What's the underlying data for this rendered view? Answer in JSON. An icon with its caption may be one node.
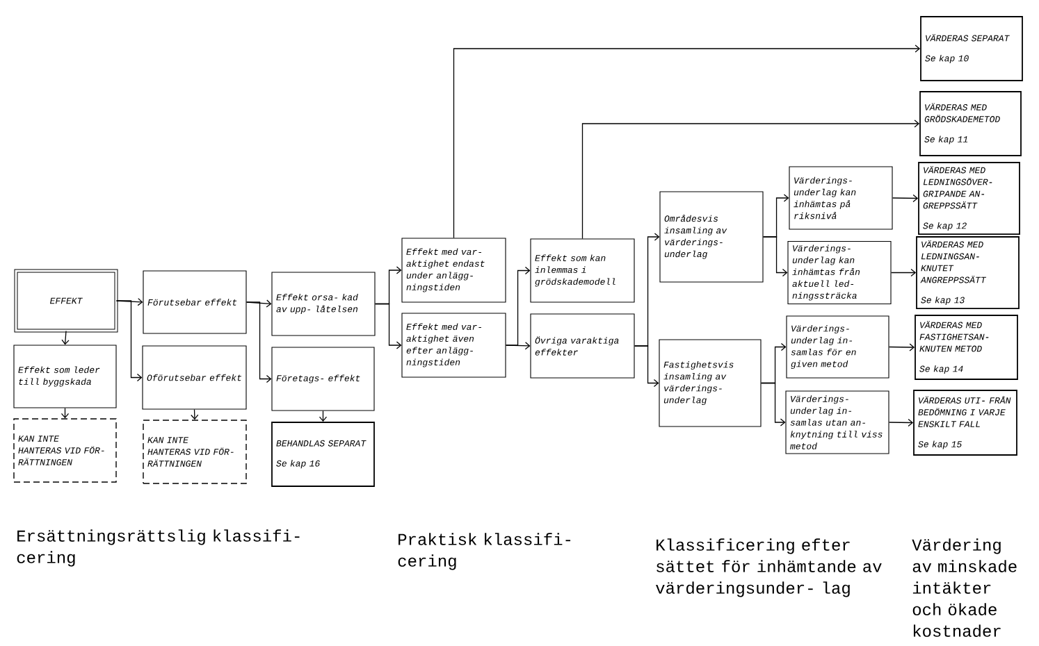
{
  "diagram": {
    "nodes": [
      {
        "text": [
          "EFFEKT"
        ]
      },
      {
        "text": [
          "Effekt som leder till byggskada"
        ]
      },
      {
        "text": [
          "KAN INTE HANTERAS VID FÖR- RÄTTNINGEN"
        ]
      },
      {
        "text": [
          "Förutsebar effekt"
        ]
      },
      {
        "text": [
          "Oförutsebar effekt"
        ]
      },
      {
        "text": [
          "KAN INTE HANTERAS VID FÖR- RÄTTNINGEN"
        ]
      },
      {
        "text": [
          "Effekt orsa- kad av upp- låtelsen"
        ]
      },
      {
        "text": [
          "Företags- effekt"
        ]
      },
      {
        "text": [
          "BEHANDLAS SEPARAT",
          "Se kap 16"
        ]
      },
      {
        "text": [
          "Effekt med var- aktighet endast under anlägg- ningstiden"
        ]
      },
      {
        "text": [
          "Effekt med var- aktighet även efter anlägg- ningstiden"
        ]
      },
      {
        "text": [
          "Effekt som kan inlemmas i grödskademodell"
        ]
      },
      {
        "text": [
          "Övriga varaktiga effekter"
        ]
      },
      {
        "text": [
          "Områdesvis insamling av värderings- underlag"
        ]
      },
      {
        "text": [
          "Fastighetsvis insamling av värderings- underlag"
        ]
      },
      {
        "text": [
          "Värderings- underlag kan inhämtas på riksnivå"
        ]
      },
      {
        "text": [
          "Värderings- underlag kan inhämtas från aktuell led- ningssträcka"
        ]
      },
      {
        "text": [
          "Värderings- underlag in- samlas för en given metod"
        ]
      },
      {
        "text": [
          "Värderings- underlag in- samlas utan an- knytning till viss metod"
        ]
      },
      {
        "text": [
          "VÄRDERAS SEPARAT",
          "Se kap 10"
        ]
      },
      {
        "text": [
          "VÄRDERAS MED GRÖDSKADEMETOD",
          "Se kap 11"
        ]
      },
      {
        "text": [
          "VÄRDERAS MED LEDNINGSÖVER- GRIPANDE AN- GREPPSSÄTT",
          "Se kap 12"
        ]
      },
      {
        "text": [
          "VÄRDERAS MED LEDNINGSAN- KNUTET ANGREPPSSÄTT",
          "Se kap 13"
        ]
      },
      {
        "text": [
          "VÄRDERAS MED FASTIGHETSAN- KNUTEN METOD",
          "Se kap 14"
        ]
      },
      {
        "text": [
          "VÄRDERAS UTI- FRÅN BEDÖMNING I VARJE ENSKILT FALL",
          "Se kap 15"
        ]
      }
    ],
    "edges": [
      {
        "from": 0,
        "to": 1,
        "arrow": "to"
      },
      {
        "from": 1,
        "to": 2,
        "arrow": "to"
      },
      {
        "from": 0,
        "to": 3,
        "arrow": "to"
      },
      {
        "from": 0,
        "to": 4,
        "arrow": "to"
      },
      {
        "from": 4,
        "to": 5,
        "arrow": "to"
      },
      {
        "from": 3,
        "to": 6,
        "arrow": "to"
      },
      {
        "from": 3,
        "to": 7,
        "arrow": "to"
      },
      {
        "from": 7,
        "to": 8,
        "arrow": "to"
      },
      {
        "from": 6,
        "to": 9,
        "arrow": "to"
      },
      {
        "from": 6,
        "to": 10,
        "arrow": "to"
      },
      {
        "from": 9,
        "to": 19,
        "arrow": "to"
      },
      {
        "from": 10,
        "to": 11,
        "arrow": "to"
      },
      {
        "from": 10,
        "to": 12,
        "arrow": "to"
      },
      {
        "from": 11,
        "to": 20,
        "arrow": "to"
      },
      {
        "from": 12,
        "to": 13,
        "arrow": "to"
      },
      {
        "from": 12,
        "to": 14,
        "arrow": "to"
      },
      {
        "from": 13,
        "to": 15,
        "arrow": "to"
      },
      {
        "from": 13,
        "to": 16,
        "arrow": "to"
      },
      {
        "from": 14,
        "to": 17,
        "arrow": "to"
      },
      {
        "from": 14,
        "to": 18,
        "arrow": "to"
      },
      {
        "from": 15,
        "to": 21,
        "arrow": "to"
      },
      {
        "from": 16,
        "to": 22,
        "arrow": "to"
      },
      {
        "from": 17,
        "to": 23,
        "arrow": "to"
      },
      {
        "from": 18,
        "to": 24,
        "arrow": "to"
      }
    ],
    "labels": [
      "Ersättningsrättslig klassifi- cering",
      "Praktisk klassifi- cering",
      "Klassificering efter sättet för inhämtande av värderingsunder- lag",
      "Värdering av minskade intäkter och ökade kostnader"
    ]
  }
}
